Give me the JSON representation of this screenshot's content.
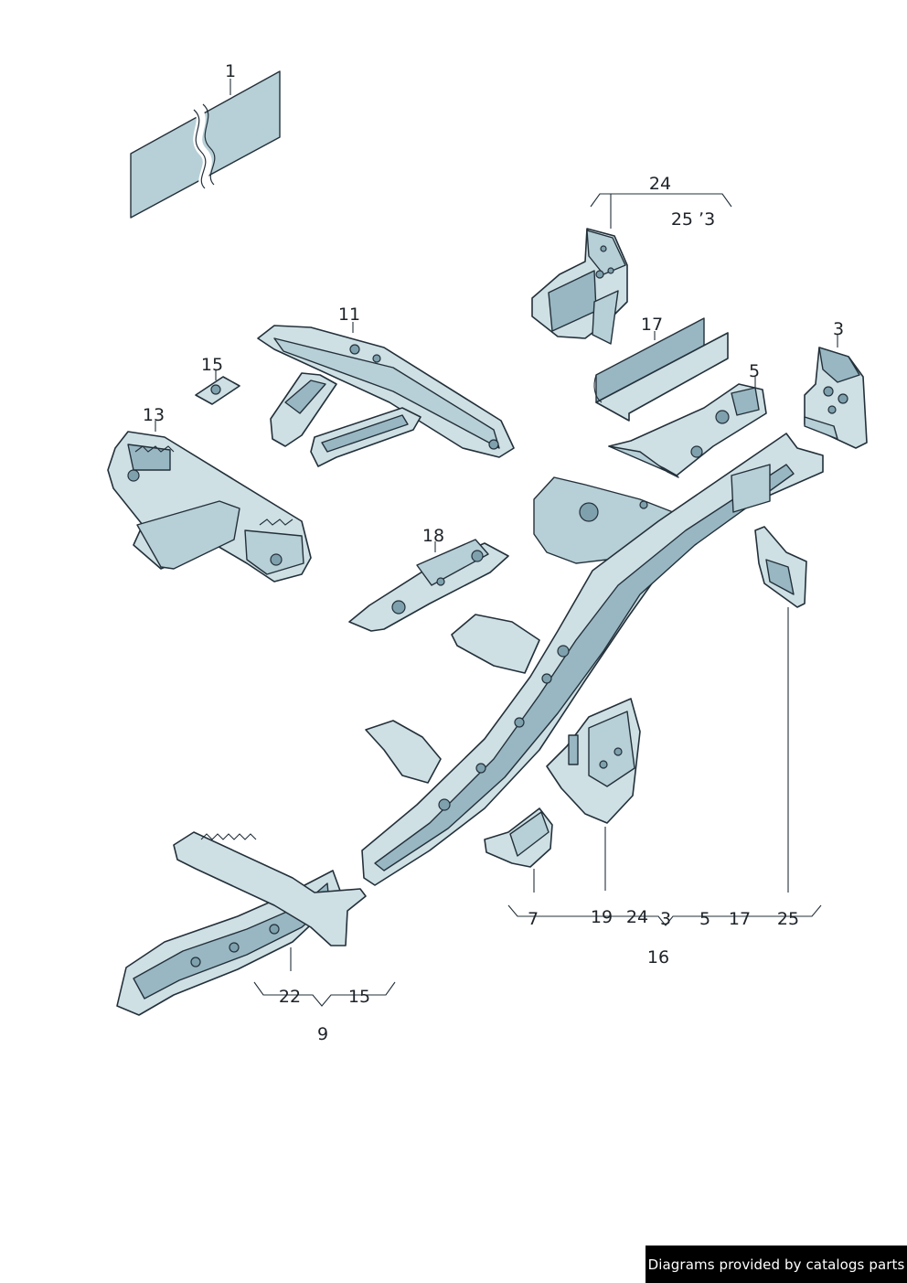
{
  "diagram": {
    "callouts": {
      "c1": "1",
      "c24_top": "24",
      "c25_3_top": "25 ʼ3",
      "c11": "11",
      "c17_top": "17",
      "c3_top": "3",
      "c15_top": "15",
      "c5_top": "5",
      "c13": "13",
      "c18": "18",
      "c7": "7",
      "c19": "19",
      "c24_bottom": "24",
      "c3_bottom": "3",
      "c5_bottom": "5",
      "c17_bottom": "17",
      "c25_bottom": "25",
      "c16": "16",
      "c22": "22",
      "c15_bottom": "15",
      "c9": "9"
    }
  },
  "footer": {
    "credit": "Diagrams provided by catalogs parts"
  }
}
